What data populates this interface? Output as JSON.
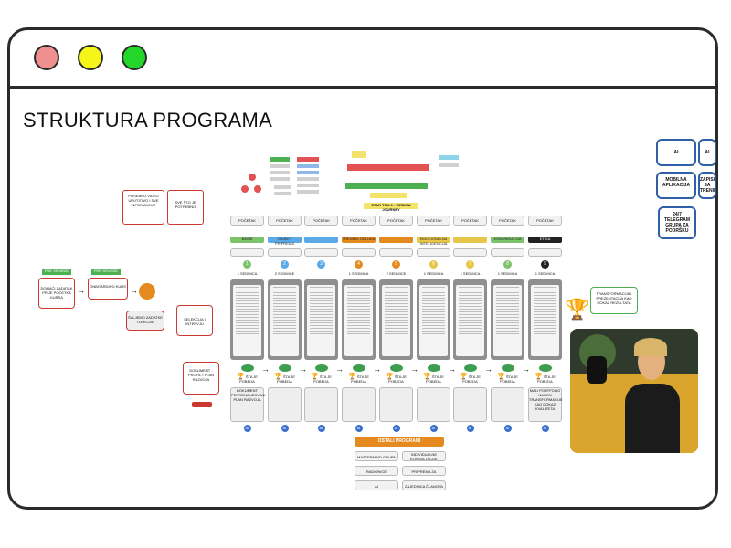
{
  "window": {
    "controls": [
      "close",
      "minimize",
      "maximize"
    ]
  },
  "page_title": "STRUKTURA PROGRAMA",
  "diagram": {
    "top_banner": "STAR TS 2.0 - WEB/CA JOURNEY",
    "columns": [
      {
        "start": "POČETAK",
        "category": "BASIS",
        "num": "1",
        "cat_color": "#7dc36b",
        "week": "1 SEDMICA",
        "result": "ŠTA JE POBEDA"
      },
      {
        "start": "POČETAK",
        "category": "OBJEKT PRIPREMA",
        "num": "2",
        "cat_color": "#5aa9e6",
        "week": "2 SEDMICE",
        "result": "ŠTA JE POBEDA"
      },
      {
        "start": "POČETAK",
        "category": "",
        "num": "3",
        "cat_color": "#5aa9e6",
        "week": "",
        "result": "ŠTA JE POBEDA"
      },
      {
        "start": "POČETAK",
        "category": "TRENING ODLUKA",
        "num": "4",
        "cat_color": "#e58a1f",
        "week": "1 SEDMICA",
        "result": "ŠTA JE POBEDA"
      },
      {
        "start": "POČETAK",
        "category": "",
        "num": "5",
        "cat_color": "#e58a1f",
        "week": "2 SEDMICE",
        "result": "ŠTA JE POBEDA"
      },
      {
        "start": "POČETAK",
        "category": "EMOCIONALNA INTELIGENCIJA",
        "num": "6",
        "cat_color": "#e8c64a",
        "week": "1 SEDMICA",
        "result": "ŠTA JE POBEDA"
      },
      {
        "start": "POČETAK",
        "category": "",
        "num": "7",
        "cat_color": "#e8c64a",
        "week": "1 SEDMICA",
        "result": "ŠTA JE POBEDA"
      },
      {
        "start": "POČETAK",
        "category": "KOMUNIKACIJA",
        "num": "8",
        "cat_color": "#7dc36b",
        "week": "1 SEDMICA",
        "result": "ŠTA JE POBEDA"
      },
      {
        "start": "POČETAK",
        "category": "ETIKA",
        "num": "9",
        "cat_color": "#222222",
        "week": "1 SEDMICA",
        "result": "ŠTA JE POBEDA"
      }
    ],
    "left_flow": {
      "green_label_1": "PRE SRIJEDE",
      "green_label_2": "PRE SRIJEDE",
      "box_1": "DOMAĆI ZADATAK PRIJE POČETKA KURSA",
      "box_2": "ONBOARDING KURS",
      "box_3": "ŠALJEMO ZADATKE I LEKCIJE",
      "box_4": "SELEKCIJA I INTERVJU",
      "box_5": "DOKUMENT - PROFIL I PLAN RAZVOJA",
      "left_note": "POSEBNO VIDEO UPUTSTVO I SVE INFORMACIJE",
      "right_note": "SVE ŠTO JE POTREBNO"
    },
    "bottom_boxes": [
      "DOKUMENT PERSONALIZOVANI PLAN RAZVOJA",
      "MALI PORTFOLIO NAKON TRANSFORMACIJE KAO DOKAZ KVALITETA"
    ],
    "other_programs": {
      "title": "OSTALI PROGRAMI",
      "items": [
        "MASTERMIND GRUPA",
        "INDIVIDUALNE KONSULTACIJE",
        "RADIONICE",
        "PRIPREMA ZA RAZGOVOR",
        "AI",
        "ZAJEDNICA ČLANOVA"
      ]
    },
    "right_cards": [
      "AI",
      "MOBILNA APLIKACIJA",
      "24/7 TELEGRAM GRUPA ZA PODRŠKU",
      "AI",
      "ZAPISI SA TRENINGA"
    ],
    "right_note": "TRANSFORMACIJA I PREZENTACIJA KAO DOKAZ REZULTATA"
  },
  "colors": {
    "dot_red": "#f08f8f",
    "dot_yellow": "#f5f51a",
    "dot_green": "#22d62a",
    "frame": "#2b2b2b"
  }
}
